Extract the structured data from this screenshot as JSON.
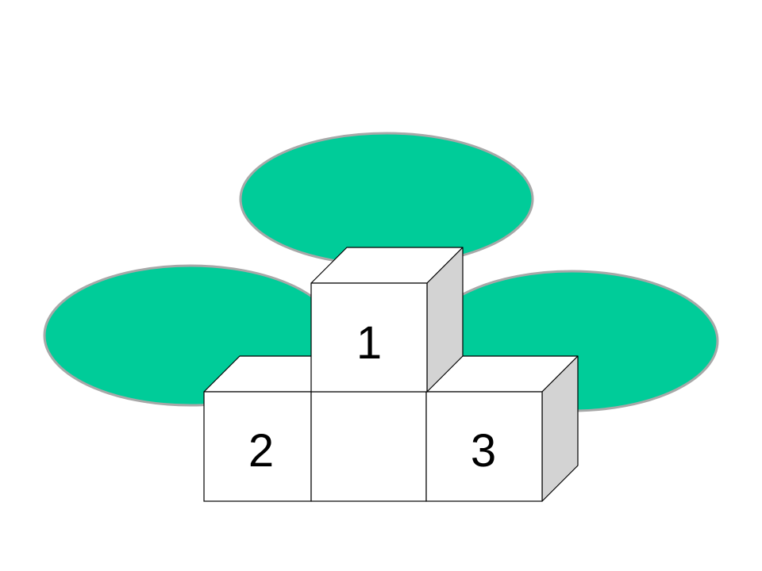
{
  "colors": {
    "ellipse_fill": "#00cc99",
    "ellipse_stroke": "#a8a8a8",
    "box_front": "#ffffff",
    "box_top": "#ffffff",
    "box_side": "#d3d3d3",
    "box_stroke": "#000000"
  },
  "podium": {
    "first": "1",
    "second": "2",
    "third": "3"
  }
}
